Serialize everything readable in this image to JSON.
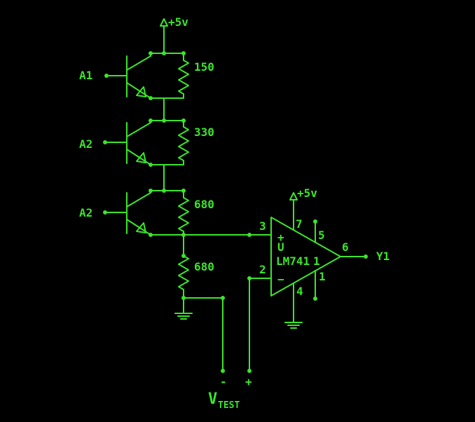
{
  "supply": {
    "top_label": "+5v",
    "opamp_label": "+5v"
  },
  "inputs": {
    "q1": "A1",
    "q2": "A2",
    "q3": "A2"
  },
  "resistors": {
    "r1": "150",
    "r2": "330",
    "r3": "680",
    "r4": "680"
  },
  "opamp": {
    "part": "LM741",
    "unit_mark": "U",
    "plus_sign": "+",
    "minus_sign": "−",
    "pins": {
      "p1": "1",
      "p2": "2",
      "p3": "3",
      "p4": "4",
      "p5": "5",
      "p6": "6",
      "p7": "7"
    }
  },
  "output": {
    "label": "Y1"
  },
  "vtest": {
    "v": "V",
    "sub": "TEST",
    "minus": "-",
    "plus": "+"
  },
  "colors": {
    "trace": "#3be52b",
    "background": "#000000"
  }
}
